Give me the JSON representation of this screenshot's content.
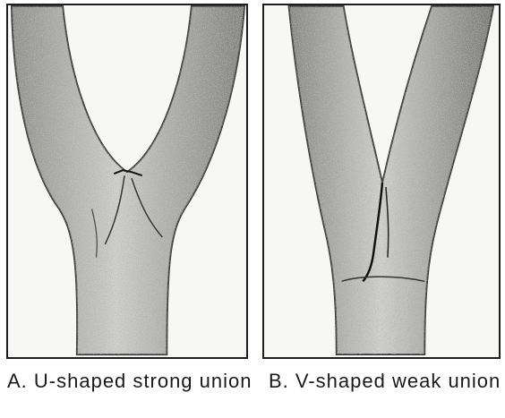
{
  "figures": [
    {
      "id": "A",
      "caption": "A. U-shaped strong union"
    },
    {
      "id": "B",
      "caption": "B. V-shaped weak union"
    }
  ],
  "colors": {
    "bark_dark": "#5a5a5a",
    "bark_light": "#d8d8d4",
    "frame": "#1e1e1e",
    "paper": "#f7f7f5"
  }
}
